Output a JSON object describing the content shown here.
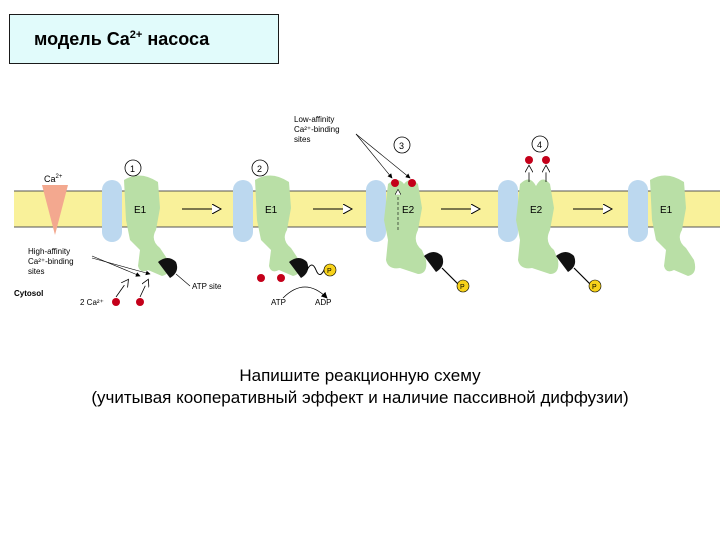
{
  "header": {
    "title_prefix": "модель Ca",
    "title_superscript": "2+",
    "title_suffix": " насоса"
  },
  "diagram": {
    "membrane_color": "#f9f19a",
    "pump_color": "#b9dfa6",
    "channel_color": "#bcd8ef",
    "ion_color": "#c4001a",
    "phosphate_color": "#f7d21a",
    "step_labels": [
      "1",
      "2",
      "3",
      "4"
    ],
    "conformations": [
      "E1",
      "E1",
      "E2",
      "E2",
      "E1"
    ],
    "ion_label": "Ca",
    "ion_superscript": "2+",
    "low_affinity_label": [
      "Low-affinity",
      "Ca²⁺-binding",
      "sites"
    ],
    "high_affinity_label": [
      "High-affinity",
      "Ca²⁺-binding",
      "sites"
    ],
    "atp_site_label": "ATP site",
    "cytosol_label": "Cytosol",
    "ions_in_label": "2 Ca²⁺",
    "atp_label": "ATP",
    "adp_label": "ADP",
    "phosphate_label": "P"
  },
  "caption": {
    "line1": "Напишите реакционную схему",
    "line2": "(учитывая кооперативный эффект и наличие пассивной диффузии)"
  }
}
